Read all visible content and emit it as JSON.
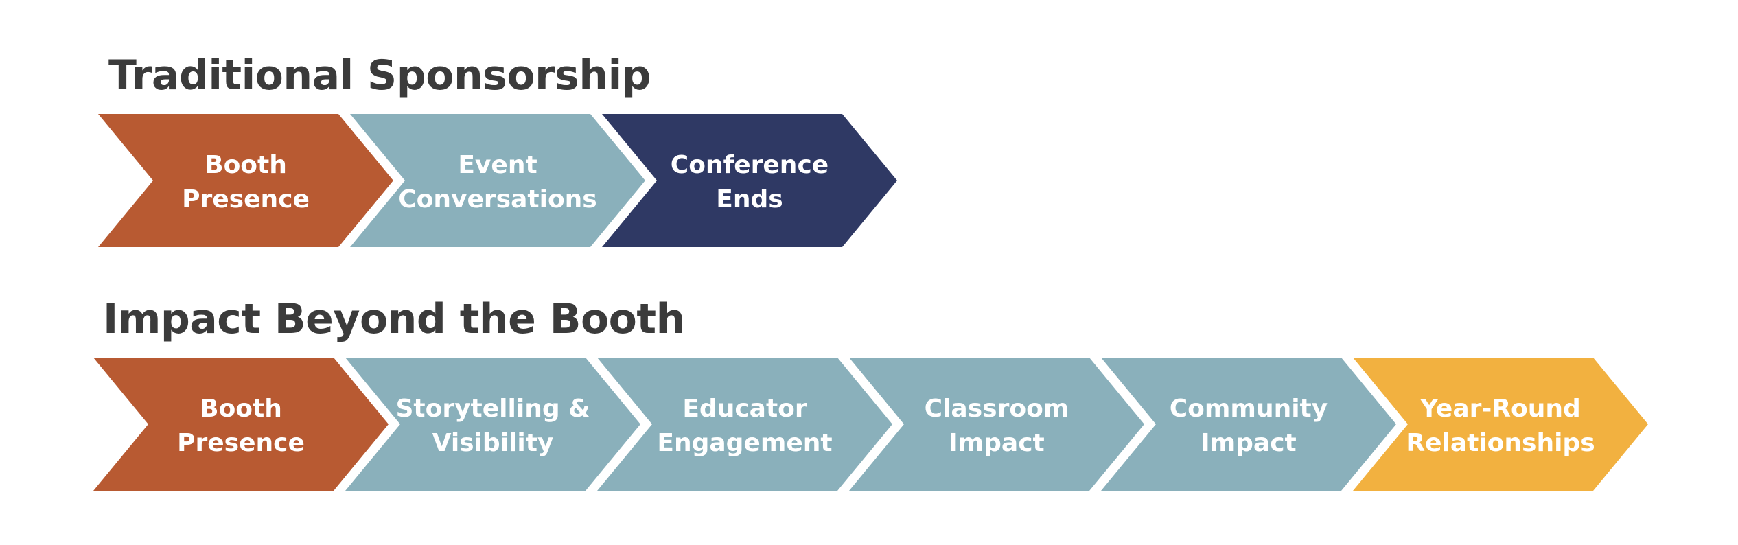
{
  "sections": [
    {
      "title": "Traditional Sponsorship",
      "steps": [
        {
          "line1": "Booth",
          "line2": "Presence",
          "color": "#b85a32"
        },
        {
          "line1": "Event",
          "line2": "Conversations",
          "color": "#8ab0bb"
        },
        {
          "line1": "Conference",
          "line2": "Ends",
          "color": "#2f3964"
        }
      ]
    },
    {
      "title": "Impact Beyond the Booth",
      "steps": [
        {
          "line1": "Booth",
          "line2": "Presence",
          "color": "#b85a32"
        },
        {
          "line1": "Storytelling &",
          "line2": "Visibility",
          "color": "#8ab0bb"
        },
        {
          "line1": "Educator",
          "line2": "Engagement",
          "color": "#8ab0bb"
        },
        {
          "line1": "Classroom",
          "line2": "Impact",
          "color": "#8ab0bb"
        },
        {
          "line1": "Community",
          "line2": "Impact",
          "color": "#8ab0bb"
        },
        {
          "line1": "Year-Round",
          "line2": "Relationships",
          "color": "#f2b140"
        }
      ]
    }
  ]
}
